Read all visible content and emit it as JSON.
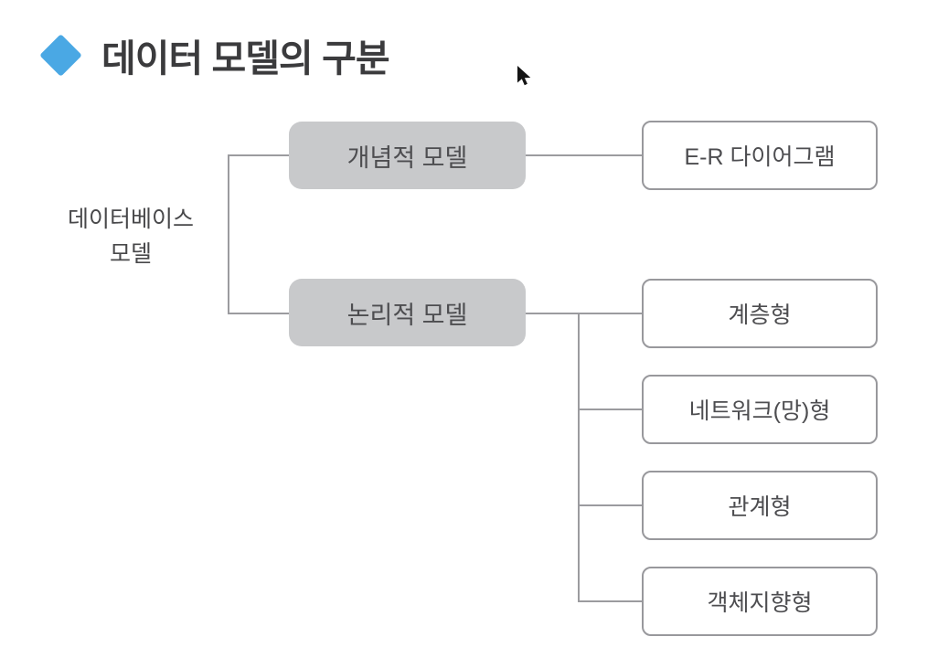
{
  "slide": {
    "title": "데이터 모델의 구분"
  },
  "root": {
    "line1": "데이터베이스",
    "line2": "모델"
  },
  "tree": {
    "branches": [
      {
        "label": "개념적 모델",
        "children": [
          "E-R 다이어그램"
        ]
      },
      {
        "label": "논리적 모델",
        "children": [
          "계층형",
          "네트워크(망)형",
          "관계형",
          "객체지향형"
        ]
      }
    ]
  },
  "colors": {
    "accent_diamond": "#4aa8e4",
    "branch_box_fill": "#c8c9cb",
    "leaf_box_border": "#98989c",
    "connector_line": "#9b9b9f",
    "title_text": "#3b3b3d"
  },
  "icons": {
    "bullet": "diamond",
    "cursor": "arrow-pointer"
  }
}
